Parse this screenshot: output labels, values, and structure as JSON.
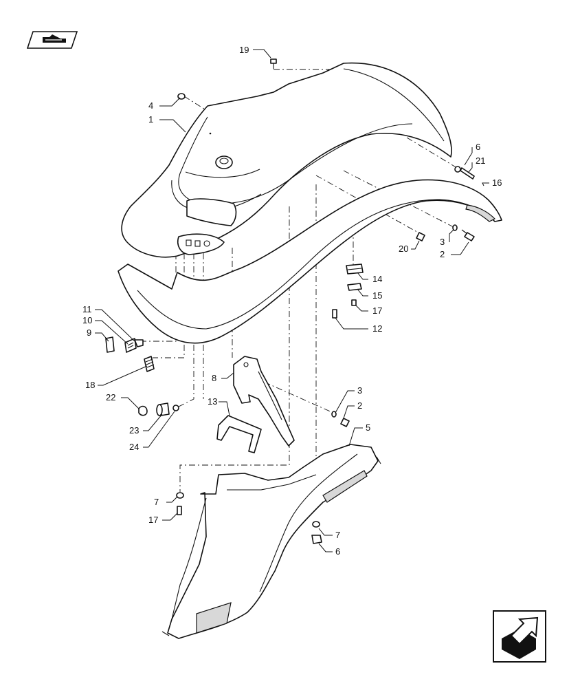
{
  "navigation": {
    "prev_icon": "hand-pointing-icon",
    "next_icon": "arrow-right-icon"
  },
  "callouts": {
    "c1": "1",
    "c2a": "2",
    "c2b": "2",
    "c3a": "3",
    "c3b": "3",
    "c4": "4",
    "c5": "5",
    "c6a": "6",
    "c6b": "6",
    "c7a": "7",
    "c7b": "7",
    "c8": "8",
    "c9": "9",
    "c10": "10",
    "c11": "11",
    "c12": "12",
    "c13": "13",
    "c14": "14",
    "c15": "15",
    "c16": "16",
    "c17a": "17",
    "c17b": "17",
    "c18": "18",
    "c19": "19",
    "c20": "20",
    "c21": "21",
    "c22": "22",
    "c23": "23",
    "c24": "24"
  }
}
